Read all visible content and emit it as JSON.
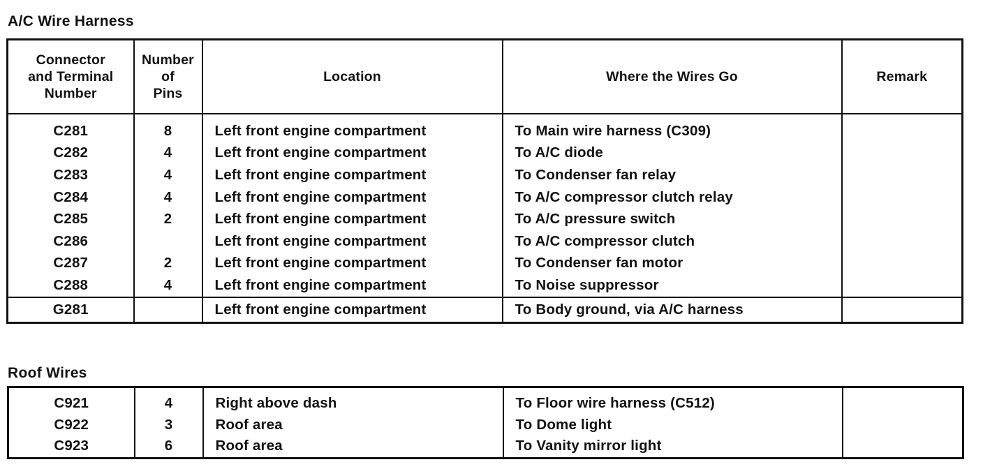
{
  "page": {
    "background_color": "#ffffff",
    "ink_color": "#121212"
  },
  "sections": [
    {
      "title": "A/C Wire Harness",
      "column_headers": [
        "Connector\nand Terminal\nNumber",
        "Number\nof\nPins",
        "Location",
        "Where the Wires Go",
        "Remark"
      ],
      "rows": [
        [
          "C281",
          "8",
          "Left front engine compartment",
          "To Main wire harness (C309)",
          ""
        ],
        [
          "C282",
          "4",
          "Left front engine compartment",
          "To A/C diode",
          ""
        ],
        [
          "C283",
          "4",
          "Left front engine compartment",
          "To Condenser fan relay",
          ""
        ],
        [
          "C284",
          "4",
          "Left front engine compartment",
          "To A/C compressor clutch relay",
          ""
        ],
        [
          "C285",
          "2",
          "Left front engine compartment",
          "To A/C pressure switch",
          ""
        ],
        [
          "C286",
          "",
          "Left front engine compartment",
          "To A/C compressor clutch",
          ""
        ],
        [
          "C287",
          "2",
          "Left front engine compartment",
          "To Condenser fan motor",
          ""
        ],
        [
          "C288",
          "4",
          "Left front engine compartment",
          "To Noise suppressor",
          ""
        ]
      ],
      "ground_rows": [
        [
          "G281",
          "",
          "Left front engine compartment",
          "To Body ground, via A/C harness",
          ""
        ]
      ]
    },
    {
      "title": "Roof Wires",
      "column_headers": null,
      "rows": [
        [
          "C921",
          "4",
          "Right above dash",
          "To Floor wire harness (C512)",
          ""
        ],
        [
          "C922",
          "3",
          "Roof area",
          "To Dome light",
          ""
        ],
        [
          "C923",
          "6",
          "Roof area",
          "To Vanity mirror light",
          ""
        ]
      ],
      "ground_rows": []
    }
  ]
}
